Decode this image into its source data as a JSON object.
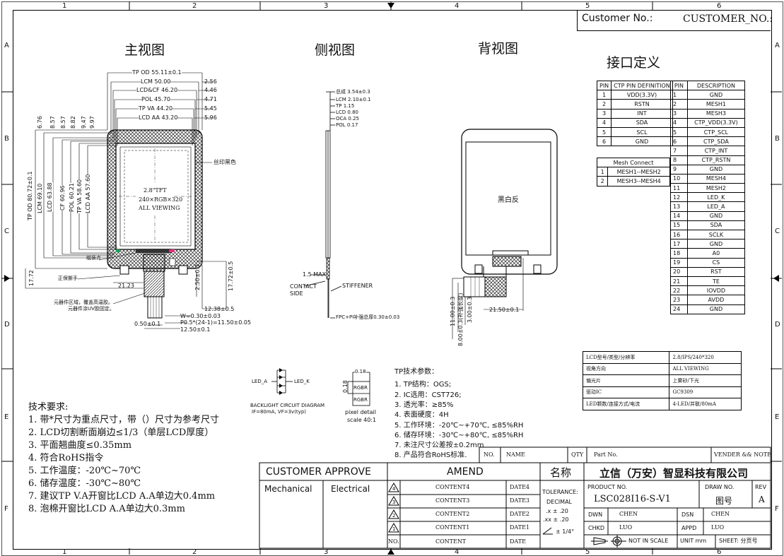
{
  "grid": {
    "cols": [
      "1",
      "2",
      "3",
      "4",
      "5",
      "6"
    ],
    "rows": [
      "A",
      "B",
      "C",
      "D",
      "E",
      "F"
    ]
  },
  "customer": {
    "label": "Customer No.:",
    "value": "CUSTOMER_NO.:"
  },
  "views": {
    "front": "主视图",
    "side": "侧视图",
    "back": "背视图",
    "interface": "接口定义"
  },
  "front": {
    "top_dims": [
      "TP OD 55.11±0.1",
      "LCM 50.00",
      "LCD&CF 46.20",
      "POL 45.70",
      "TP VA 44.20",
      "LCD AA 43.20"
    ],
    "right_dims": [
      "2.56",
      "4.46",
      "4.71",
      "5.45",
      "5.96"
    ],
    "left_dims": [
      "TP OD 80.72±0.1",
      "LCM 69.10",
      "LCD 63.88",
      "CF 60.96",
      "POL 60.21",
      "TP VA 58.60",
      "LCD AA 57.60"
    ],
    "left_top_dims": [
      "6.76",
      "8.57",
      "8.57",
      "8.82",
      "9.47",
      "9.97"
    ],
    "screen": [
      "2.8\"TFT",
      "240×RGB×320",
      "ALL VIEWING"
    ],
    "silk": "丝印黑色",
    "label_small": "组装点",
    "tear": "正保撕手",
    "dim_2123": "21.23",
    "dim_1772l": "17.72",
    "dim_1772r": "17.72±0.5",
    "dim_250": "2.50±0.3",
    "dim_1238": "12.38±0.5",
    "dim_w": "W=0.30±0.03",
    "dim_p": "P0.5*(24-1)=11.50±0.05",
    "dim_1250": "12.50±0.1",
    "dim_050": "0.50±0.1",
    "note1": "元器件区域，覆盖高温胶。",
    "note2": "元器件涂UV胶固定。"
  },
  "side": {
    "dims": [
      "总成 3.54±0.3",
      "LCM 2.10±0.1",
      "TP 1.15",
      "LCD 0.80",
      "OCA 0.25",
      "POL 0.17"
    ],
    "max": "1.5 MAX",
    "contact": "CONTACT",
    "contact2": "SIDE",
    "stiffener": "STIFFENER",
    "fpc": "FPC+PI补强总厚0.30±0.03"
  },
  "back": {
    "text": "黑白反",
    "dim_a": "21.50±0.1",
    "dim_b": "11.00±0.3",
    "dim_c": "8.00±0.3(补强长度)",
    "dim_d": "3.00±0.3"
  },
  "ctp_table": {
    "headers": [
      "PIN",
      "CTP PIN DEFINITION"
    ],
    "rows": [
      [
        "1",
        "VDD(3.3V)"
      ],
      [
        "2",
        "RSTN"
      ],
      [
        "3",
        "INT"
      ],
      [
        "4",
        "SDA"
      ],
      [
        "5",
        "SCL"
      ],
      [
        "6",
        "GND"
      ]
    ]
  },
  "mesh_table": {
    "header": "Mesh Connect",
    "rows": [
      [
        "1",
        "MESH1--MESH2"
      ],
      [
        "2",
        "MESH3--MESH4"
      ]
    ]
  },
  "pin_table": {
    "headers": [
      "PIN",
      "DESCRIPTION"
    ],
    "rows": [
      [
        "1",
        "GND"
      ],
      [
        "2",
        "MESH1"
      ],
      [
        "3",
        "MESH3"
      ],
      [
        "4",
        "CTP_VDD(3.3V)"
      ],
      [
        "5",
        "CTP_SCL"
      ],
      [
        "6",
        "CTP_SDA"
      ],
      [
        "7",
        "CTP_INT"
      ],
      [
        "8",
        "CTP_RSTN"
      ],
      [
        "9",
        "GND"
      ],
      [
        "10",
        "MESH4"
      ],
      [
        "11",
        "MESH2"
      ],
      [
        "12",
        "LED_K"
      ],
      [
        "13",
        "LED_A"
      ],
      [
        "14",
        "GND"
      ],
      [
        "15",
        "SDA"
      ],
      [
        "16",
        "SCLK"
      ],
      [
        "17",
        "GND"
      ],
      [
        "18",
        "A0"
      ],
      [
        "19",
        "CS"
      ],
      [
        "20",
        "RST"
      ],
      [
        "21",
        "TE"
      ],
      [
        "22",
        "IOVDD"
      ],
      [
        "23",
        "AVDD"
      ],
      [
        "24",
        "GND"
      ]
    ]
  },
  "lcd_table": {
    "rows": [
      [
        "LCD型号/类型/分辨率",
        "2.8/IPS/240*320"
      ],
      [
        "视角方向",
        "ALL VIEWING"
      ],
      [
        "偏光片",
        "上雾砂/下光"
      ],
      [
        "驱动IC",
        "GC9309"
      ],
      [
        "LED颗数/连接方式/电流",
        "4-LED/并联/80mA"
      ]
    ]
  },
  "backlight": {
    "a": "LED_A",
    "k": "LED_K",
    "title": "BACKLIGHT CIRCUIT DIAGRAM",
    "sub": "IF=80mA, VF=3v(typ)"
  },
  "pixel": {
    "dim1": "0.18",
    "dim2": "0.18",
    "cells": [
      "RGBR",
      "RGBR"
    ],
    "cap1": "pixel detail",
    "cap2": "scale 40:1"
  },
  "tp_spec": {
    "title": "TP技术参数：",
    "items": [
      "1. TP结构：OGS;",
      "2. IC选用：CST726;",
      "3. 透光率：≥85%",
      "4. 表面硬度：4H",
      "5. 工作环境：-20℃~+70℃, ≤85%RH",
      "6. 储存环境：-30℃~+80℃, ≤85%RH",
      "7. 未注尺寸公差按±0.2mm",
      "8. 产品符合RoHS标准."
    ]
  },
  "tech": {
    "title": "技术要求:",
    "items": [
      "1. 带*尺寸为重点尺寸，带（）尺寸为参考尺寸",
      "2. LCD切割断面崩边≤1/3（单层LCD厚度）",
      "3. 平面翘曲度≤0.35mm",
      "4. 符合RoHS指令",
      "5. 工作温度：-20℃~70℃",
      "6. 储存温度：-30℃~80℃",
      "7. 建议TP V.A开窗比LCD A.A单边大0.4mm",
      "8. 泡棉开窗比LCD A.A单边大0.3mm"
    ]
  },
  "titleblock": {
    "no": "NO.",
    "name": "NAME",
    "qty": "QTY",
    "part": "Part No.",
    "vendor": "VENDER && NOTE",
    "customer_approve": "CUSTOMER APPROVE",
    "amend": "AMEND",
    "mingcheng": "名称",
    "company": "立信（万安）智显科技有限公司",
    "mechanical": "Mechanical",
    "electrical": "Electrical",
    "contents": [
      "CONTENT4",
      "CONTENT3",
      "CONTENT2",
      "CONTENT1",
      "CONTENT"
    ],
    "dates": [
      "DATE4",
      "DATE3",
      "DATE2",
      "DATE1",
      "DATE"
    ],
    "tri": [
      "4",
      "3",
      "2",
      "1"
    ],
    "tol_title": "TOLERANCE:",
    "tol_dec": "DECIMAL",
    "tol_x": ".x ± .20",
    "tol_xx": ".xx ± .20",
    "tol_ang": "± 1/4°",
    "product_label": "PRODUCT NO.",
    "product": "LSC028I16-S-V1",
    "draw_label": "DRAW NO.",
    "draw": "图号",
    "rev_label": "REV",
    "rev": "A",
    "dwn": "DWN",
    "dwn_v": "CHEN",
    "dsn": "DSN",
    "dsn_v": "CHEN",
    "chkd": "CHKD",
    "chkd_v": "LUO",
    "appd": "APPD",
    "appd_v": "LUO",
    "scale": "NOT IN SCALE",
    "unit": "UNIT mm",
    "sheet": "SHEET: 分页号"
  }
}
